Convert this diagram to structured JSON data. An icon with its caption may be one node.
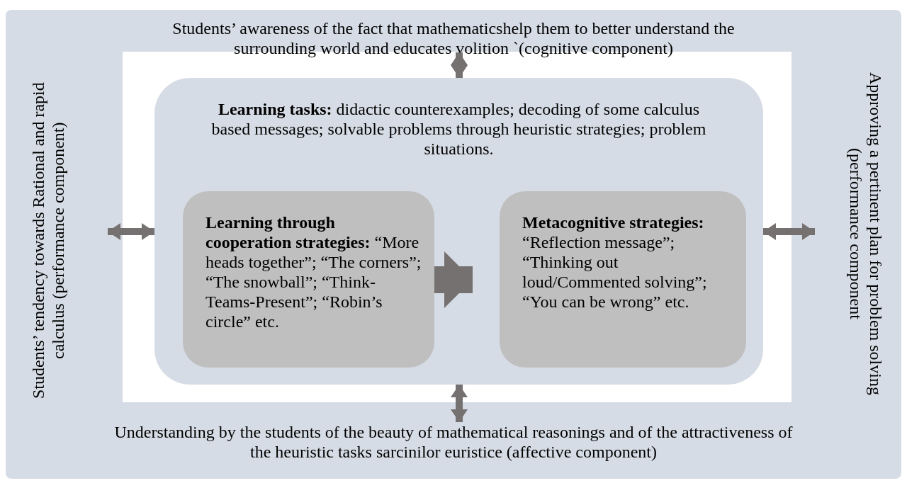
{
  "diagram": {
    "nodes": [
      {
        "text": [],
        "shape": "box"
      },
      {
        "text": [
          "Students’ awareness of the fact that mathematicshelp them to better understand the surrounding world and educates volition `(cognitive component)"
        ],
        "in": 0
      },
      {
        "text": [
          "Students’ tendency towards Rational and rapid calculus (performance component)"
        ],
        "in": 0
      },
      {
        "text": [
          "**Learning tasks:** didactic counterexamples; decoding of some calculus based messages; solvable problems through heuristic strategies; problem situations."
        ],
        "in": 0
      },
      {
        "text": [
          "**Learning through cooperation strategies:** “More heads together”; “The corners”; “The snowball”; “Think-Teams-Present”; “Robin’s circle” etc."
        ],
        "in": 3
      },
      {
        "text": [
          "**Metacognitive strategies:** “Reflection message”; “Thinking out loud/Commented solving”; “You can be wrong” etc."
        ],
        "in": 3
      },
      {
        "text": [
          "Approving a pertinent plan for problem solving (performance component"
        ],
        "in": 0
      },
      {
        "text": [
          "Understanding by the students of the beauty of mathematical reasonings and of the attractiveness of the heuristic tasks sarcinilor euristice (affective component)"
        ],
        "in": 0
      }
    ],
    "edges": [
      {
        "from": 1,
        "to": 3,
        "arrow": "both"
      },
      {
        "from": 2,
        "to": 3,
        "arrow": "both"
      },
      {
        "from": 4,
        "to": 5,
        "arrow": "to",
        "style": "thick"
      },
      {
        "from": 3,
        "to": 6,
        "arrow": "both"
      },
      {
        "from": 3,
        "to": 7,
        "arrow": "both"
      }
    ]
  }
}
